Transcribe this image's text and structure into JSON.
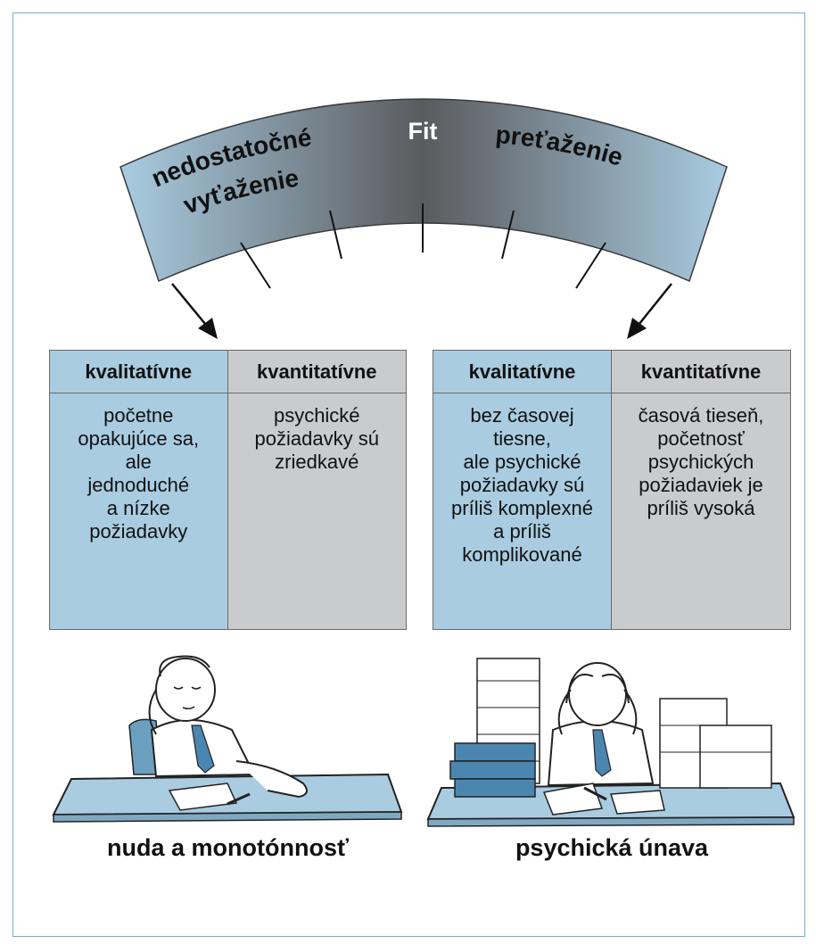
{
  "gauge": {
    "left_label_line1": "nedostatočné",
    "left_label_line2": "vyťaženie",
    "center_label": "Fit",
    "right_label": "preťaženie"
  },
  "left_table": {
    "col1_header": "kvalitatívne",
    "col2_header": "kvantitatívne",
    "col1_body": "početne\nopakujúce sa,\nale\njednoduché\na nízke\npožiadavky",
    "col2_body": "psychické\npožiadavky sú\nzriedkavé"
  },
  "right_table": {
    "col1_header": "kvalitatívne",
    "col2_header": "kvantitatívne",
    "col1_body": "bez časovej\ntiesne,\nale psychické\npožiadavky sú\npríliš komplexné\na príliš\nkomplikované",
    "col2_body": "časová tieseň,\npočetnosť\npsychických\npožiadaviek je\npríliš vysoká"
  },
  "captions": {
    "left": "nuda a monotónnosť",
    "right": "psychická únava"
  },
  "colors": {
    "frame_border": "#6db3c4",
    "cell_blue": "#a9cce1",
    "cell_gray": "#cacbcd",
    "gauge_light": "#a9cce1",
    "gauge_dark": "#5a5b5e"
  }
}
